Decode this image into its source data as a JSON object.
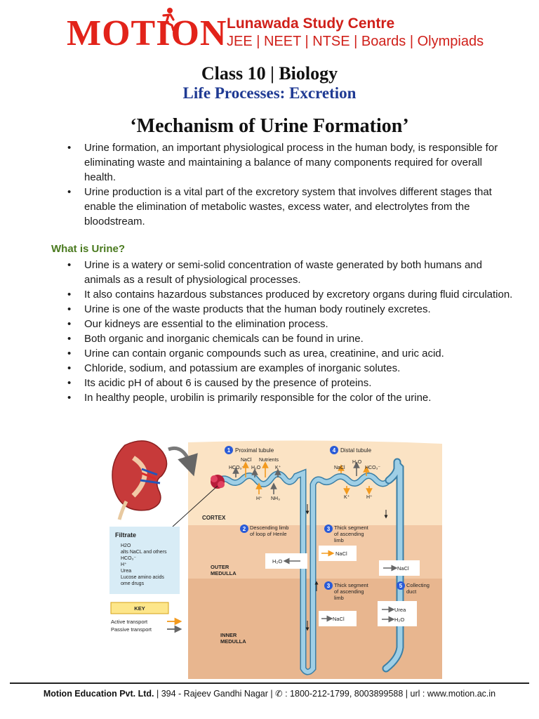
{
  "header": {
    "logo_text": "MOTION",
    "centre_name": "Lunawada Study Centre",
    "exams": "JEE | NEET | NTSE | Boards | Olympiads",
    "class_title": "Class 10 | Biology",
    "topic_title": "Life Processes: Excretion"
  },
  "title": "‘Mechanism of Urine Formation’",
  "intro": [
    "Urine formation, an important physiological process in the human body, is responsible for eliminating waste and maintaining a balance of many components required for overall health.",
    "Urine production is a vital part of the excretory system that involves different stages that enable the elimination of metabolic wastes, excess water, and electrolytes from the bloodstream."
  ],
  "section": {
    "heading": "What is Urine?",
    "points": [
      "Urine is a watery or semi-solid concentration of waste generated by both humans and animals as a result of physiological processes.",
      "It also contains hazardous substances produced by excretory organs during fluid circulation.",
      "Urine is one of the waste products that the human body routinely excretes.",
      "Our kidneys are essential to the elimination process.",
      "Both organic and inorganic chemicals can be found in urine.",
      "Urine can contain organic compounds such as urea, creatinine, and uric acid.",
      "Chloride, sodium, and potassium are examples of inorganic solutes.",
      "Its acidic pH of about 6 is caused by the presence of proteins.",
      "In healthy people, urobilin is primarily responsible for the color of the urine."
    ]
  },
  "diagram": {
    "zones": {
      "cortex": "CORTEX",
      "outer_medulla_1": "OUTER",
      "outer_medulla_2": "MEDULLA",
      "inner_medulla_1": "INNER",
      "inner_medulla_2": "MEDULLA"
    },
    "labels": {
      "n1": "1",
      "proximal": "Proximal tubule",
      "n4": "4",
      "distal": "Distal tubule",
      "n2": "2",
      "desc1": "Descending limb",
      "desc2": "of loop of Henle",
      "n3a": "3",
      "thick_a1": "Thick segment",
      "thick_a2": "of ascending",
      "thick_a3": "limb",
      "n3b": "3",
      "thick_b1": "Thick segment",
      "thick_b2": "of ascending",
      "thick_b3": "limb",
      "n5": "5",
      "collect1": "Collecting",
      "collect2": "duct"
    },
    "solutes": {
      "prox_nacl": "NaCl",
      "prox_nutrients": "Nutrients",
      "prox_hco3": "HCO₃⁻",
      "prox_h2o": "H₂O",
      "prox_k": "K⁺",
      "prox_h": "H⁺",
      "prox_nh3": "NH₃",
      "dist_h2o": "H₂O",
      "dist_nacl": "NaCl",
      "dist_hco3": "HCO₃⁻",
      "dist_k": "K⁺",
      "dist_h": "H⁺",
      "box_h2o": "H₂O",
      "box_nacl1": "NaCl",
      "box_nacl2": "NaCl",
      "box_nacl3": "NaCl",
      "box_urea": "Urea",
      "box_h2o2": "H₂O"
    },
    "filtrate": {
      "title": "Filtrate",
      "items": [
        "H2O",
        "alts NaCL and others",
        "HCO₃⁻",
        "H⁺",
        "Urea",
        "Lucose amino acids",
        "ome drugs"
      ]
    },
    "key": {
      "title": "KEY",
      "active": "Active transport",
      "passive": "Passive transport"
    },
    "colors": {
      "active": "#f39a1e",
      "passive": "#666666",
      "tubule": "#9fcfe6",
      "cortex": "#fbe3c4",
      "outer": "#f2c9a6",
      "inner": "#e8b68f"
    }
  },
  "footer": {
    "company": "Motion Education Pvt. Ltd.",
    "address": "394 - Rajeev Gandhi Nagar",
    "phone": ": 1800-212-1799, 8003899588",
    "url": "url : www.motion.ac.in"
  }
}
